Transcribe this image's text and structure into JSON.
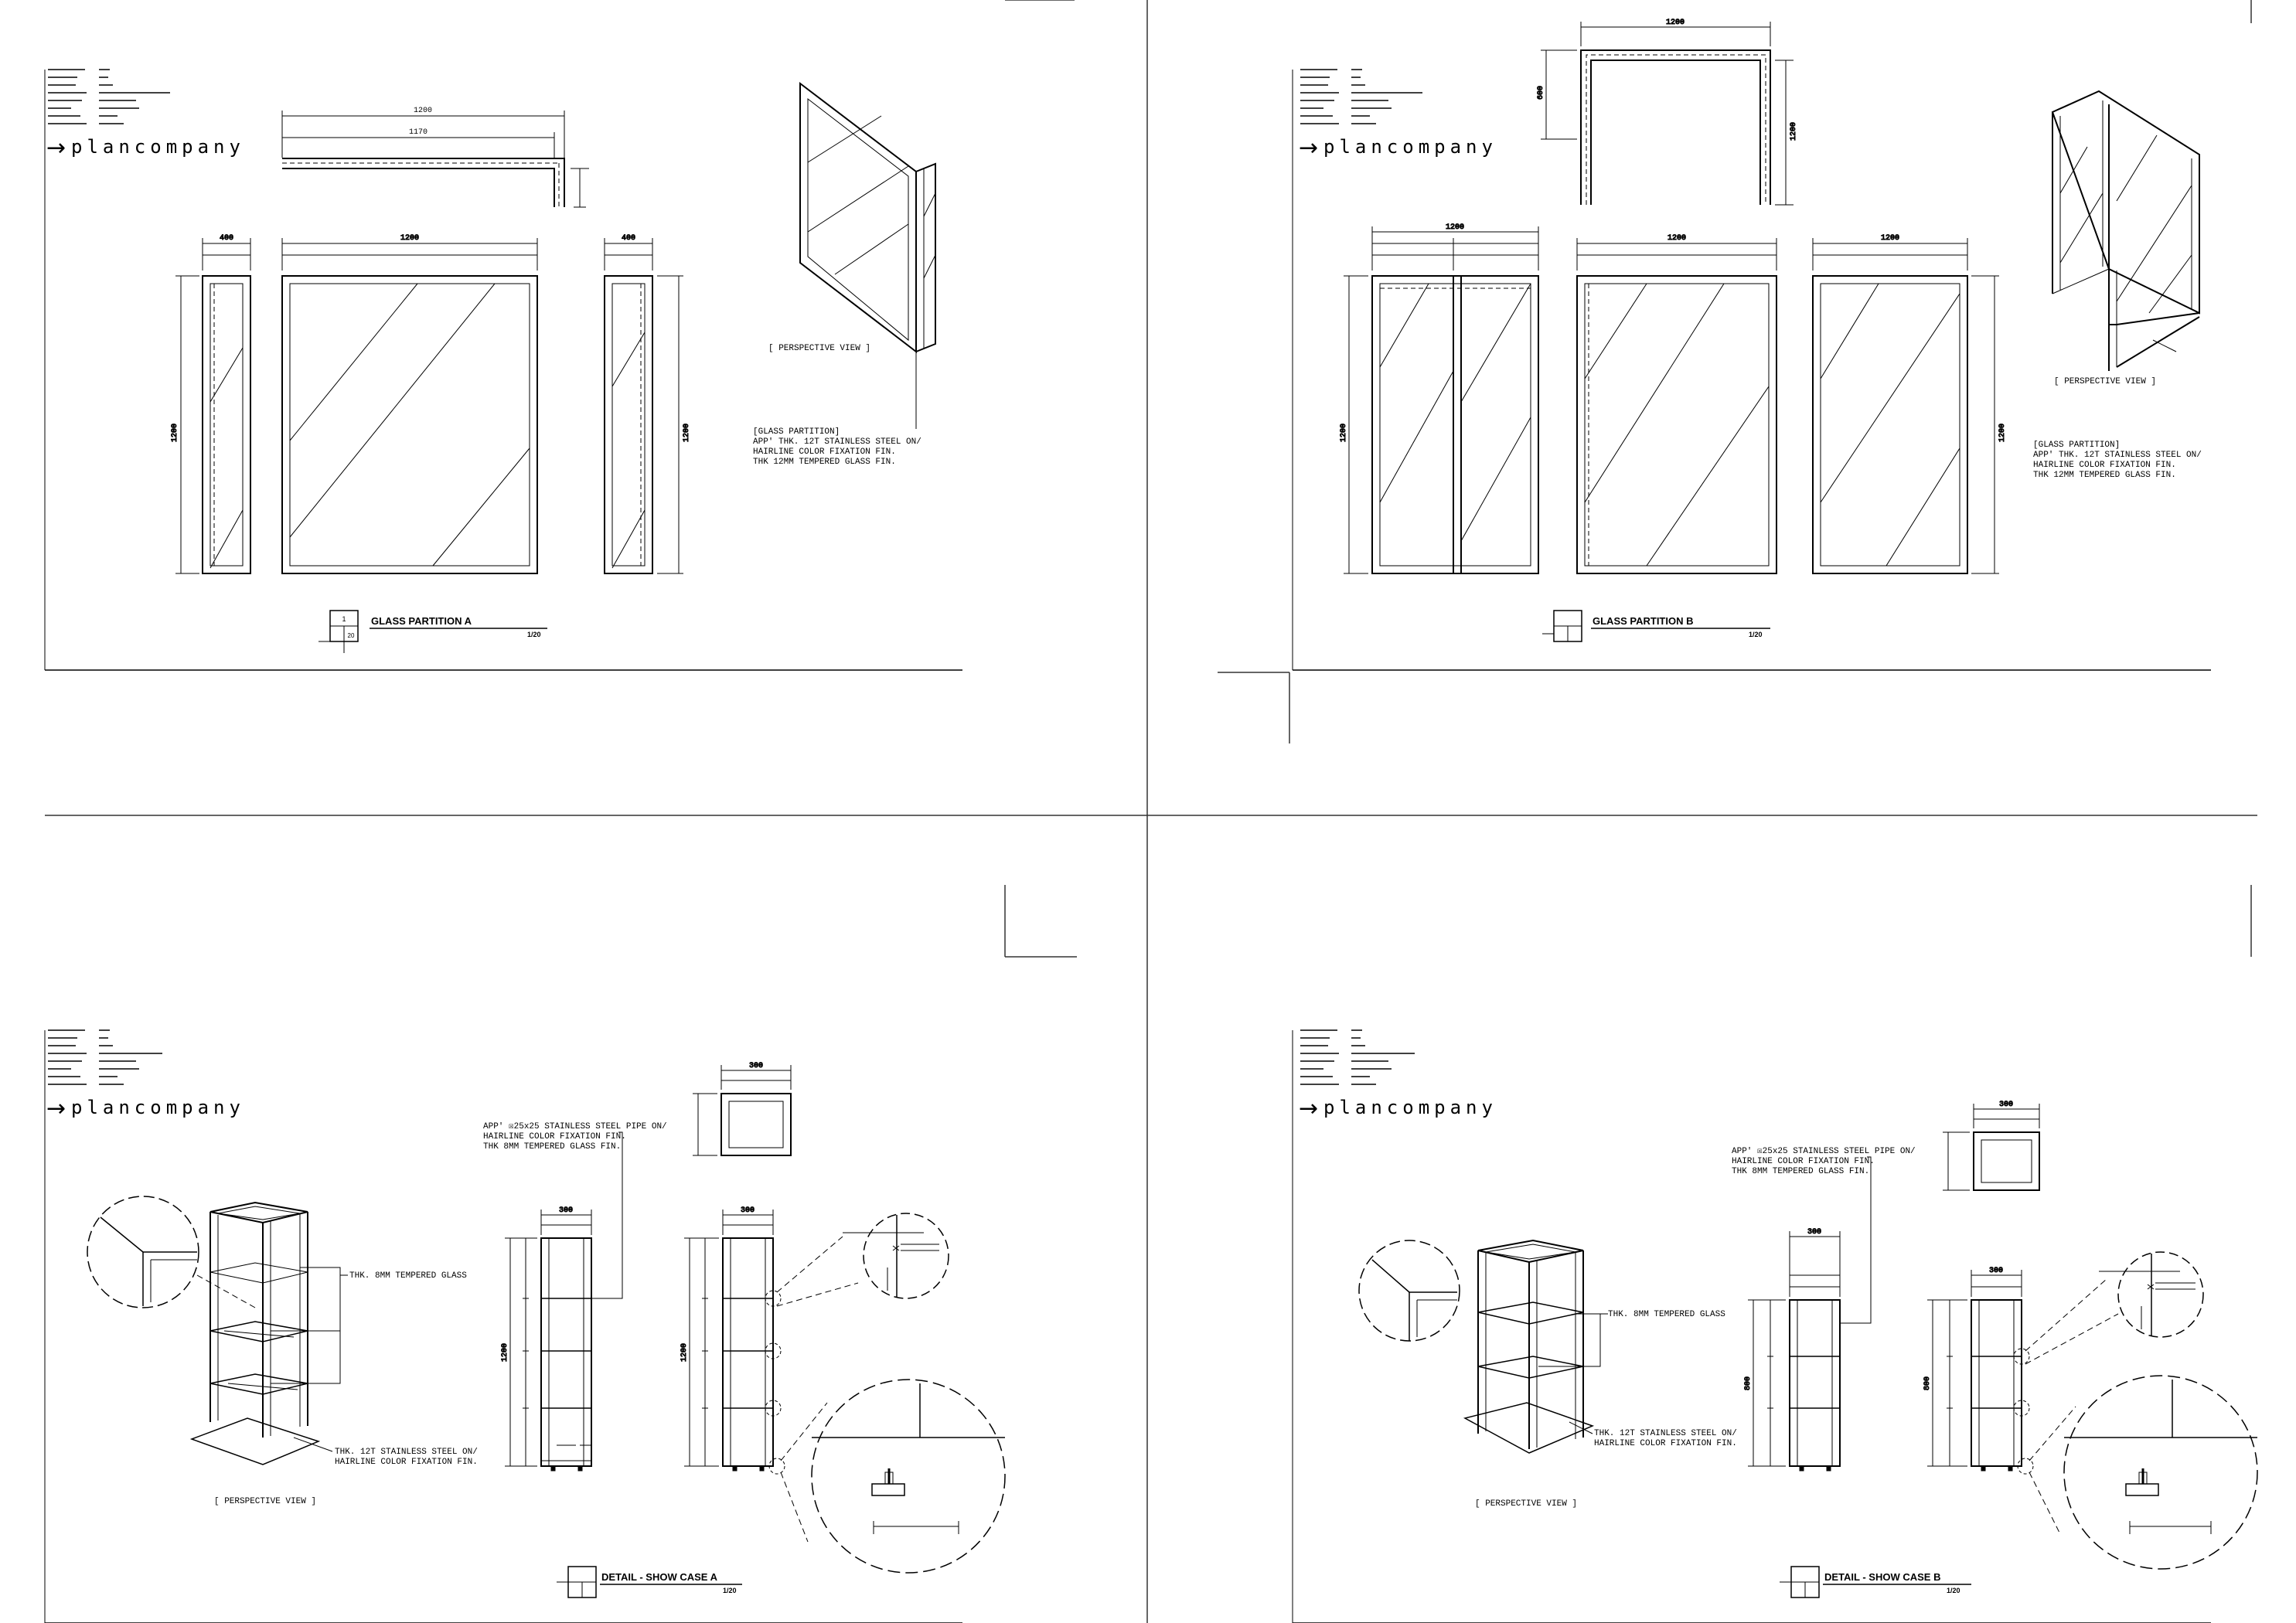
{
  "sheet": {
    "brand": "plancompany",
    "arrow": "→",
    "title_block_rows": 9
  },
  "panels": [
    {
      "id": "glass-partition-a",
      "title": "GLASS PARTITION A",
      "scale": "1/20",
      "detail_no": "1",
      "sheet_ref": "20",
      "perspective_label": "[ PERSPECTIVE VIEW ]",
      "note": [
        "[GLASS PARTITION]",
        "APP' THK. 12T STAINLESS STEEL ON/",
        "HAIRLINE COLOR FIXATION FIN.",
        "THK 12MM TEMPERED GLASS FIN."
      ]
    },
    {
      "id": "glass-partition-b",
      "title": "GLASS PARTITION B",
      "scale": "1/20",
      "perspective_label": "[ PERSPECTIVE VIEW ]",
      "note": [
        "[GLASS PARTITION]",
        "APP' THK. 12T STAINLESS STEEL ON/",
        "HAIRLINE COLOR FIXATION FIN.",
        "THK 12MM TEMPERED GLASS FIN."
      ]
    },
    {
      "id": "show-case-a",
      "title": "DETAIL - SHOW CASE A",
      "scale": "1/20",
      "perspective_label": "[ PERSPECTIVE VIEW ]",
      "pipe_note": [
        "APP' ☒25x25 STAINLESS STEEL PIPE ON/",
        "HAIRLINE COLOR FIXATION FIN.",
        "THK 8MM TEMPERED GLASS FIN."
      ],
      "glass_note": "THK. 8MM TEMPERED GLASS",
      "steel_note": [
        "THK. 12T STAINLESS STEEL ON/",
        "HAIRLINE COLOR FIXATION FIN."
      ]
    },
    {
      "id": "show-case-b",
      "title": "DETAIL - SHOW CASE B",
      "scale": "1/20",
      "perspective_label": "[ PERSPECTIVE VIEW ]",
      "pipe_note": [
        "APP' ☒25x25 STAINLESS STEEL PIPE ON/",
        "HAIRLINE COLOR FIXATION FIN.",
        "THK 8MM TEMPERED GLASS FIN."
      ],
      "glass_note": "THK. 8MM TEMPERED GLASS",
      "steel_note": [
        "THK. 12T STAINLESS STEEL ON/",
        "HAIRLINE COLOR FIXATION FIN."
      ]
    }
  ]
}
